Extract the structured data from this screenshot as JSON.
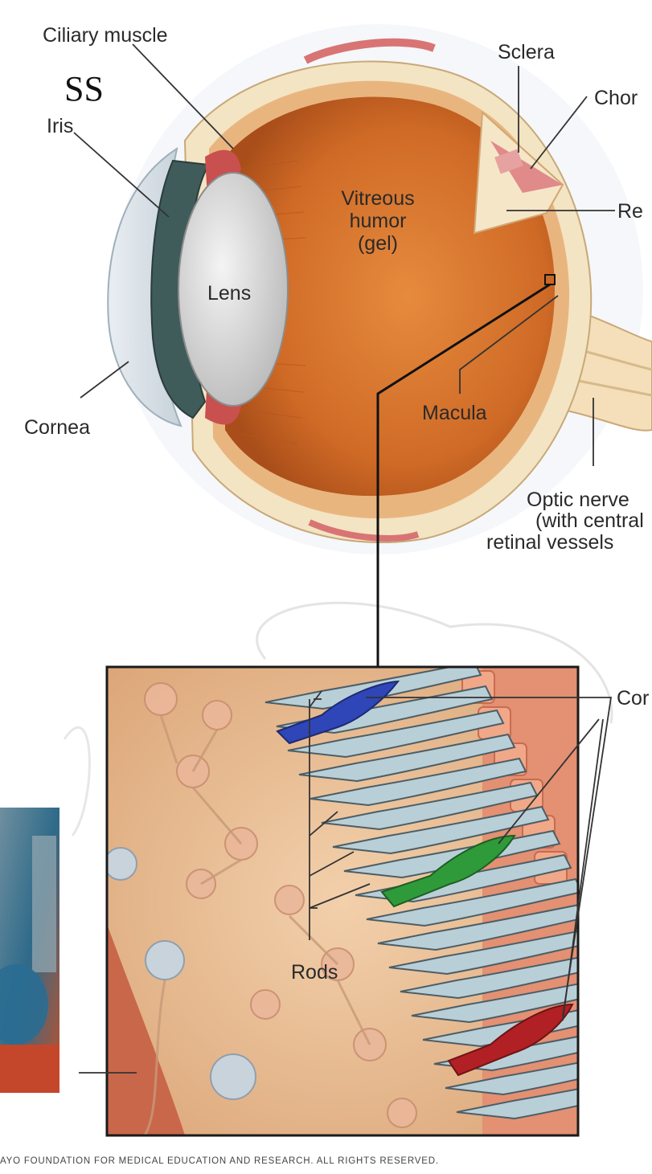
{
  "slide_fragment": "SS",
  "labels": {
    "ciliary_muscle": "Ciliary muscle",
    "sclera": "Sclera",
    "choroid": "Chor",
    "iris": "Iris",
    "vitreous_1": "Vitreous",
    "vitreous_2": "humor",
    "vitreous_3": "(gel)",
    "retina": "Re",
    "lens": "Lens",
    "cornea": "Cornea",
    "macula": "Macula",
    "optic_1": "Optic nerve",
    "optic_2": "(with central",
    "optic_3": "retinal vessels",
    "cones": "Cor",
    "rods": "Rods"
  },
  "copyright": "AYO FOUNDATION FOR MEDICAL EDUCATION AND RESEARCH. ALL RIGHTS RESERVED.",
  "colors": {
    "vitreous": "#d0722a",
    "sclera": "#f3e4c3",
    "cone_blue": "#2f46b8",
    "cone_green": "#2f9a3a",
    "cone_red": "#b02024",
    "rod": "#b9cfd8",
    "retina_bg": "#ecc29a"
  }
}
